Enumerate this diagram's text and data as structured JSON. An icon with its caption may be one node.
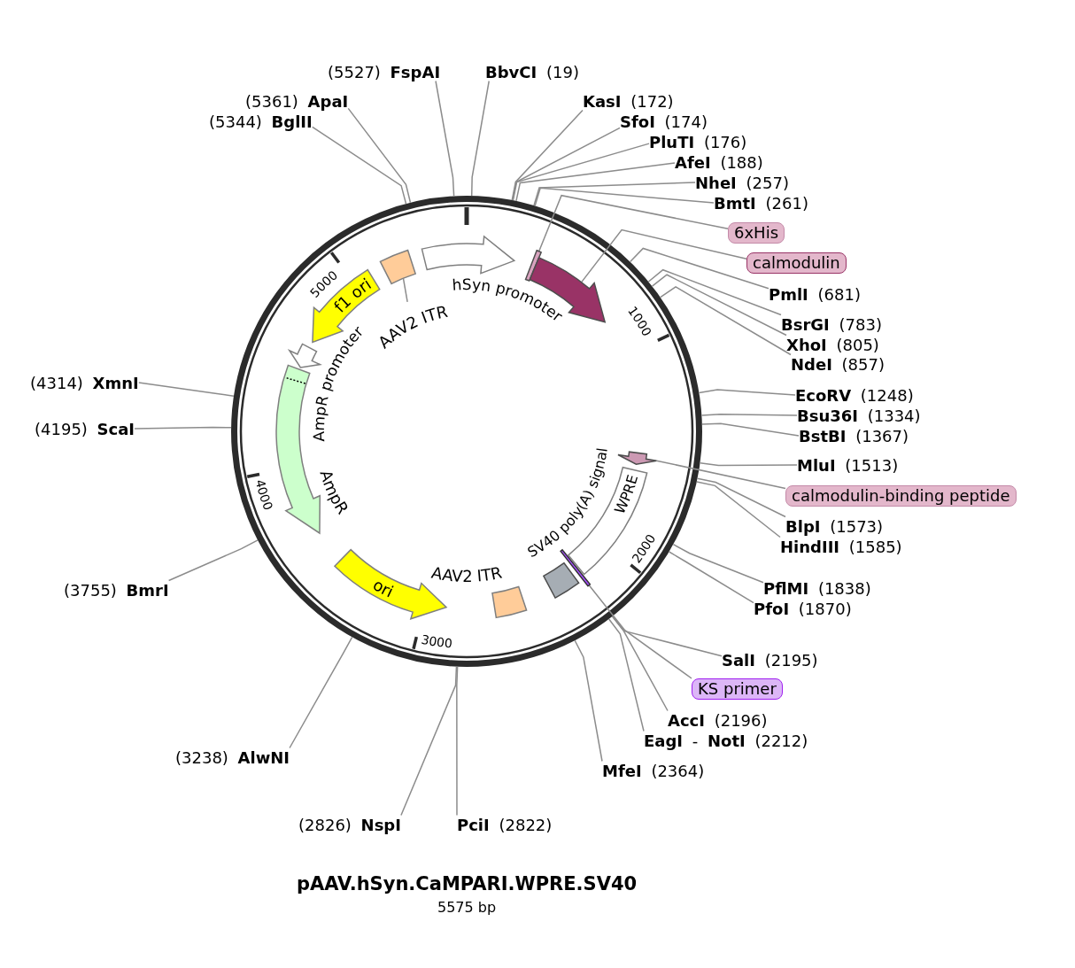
{
  "diagram": {
    "title": "pAAV.hSyn.CaMPARI.WPRE.SV40",
    "nodes": [
      {
        "text": [
          "**BbvCI** (19)"
        ]
      },
      {
        "text": [
          "**KasI** (172)"
        ]
      },
      {
        "text": [
          "**SfoI** (174)"
        ]
      },
      {
        "text": [
          "**PluTI** (176)"
        ]
      },
      {
        "text": [
          "**AfeI** (188)"
        ]
      },
      {
        "text": [
          "**NheI** (257)"
        ]
      },
      {
        "text": [
          "**BmtI** (261)"
        ]
      },
      {
        "text": [
          "6xHis"
        ]
      },
      {
        "text": [
          "calmodulin"
        ]
      },
      {
        "text": [
          "**PmlI** (681)"
        ]
      },
      {
        "text": [
          "**BsrGI** (783)"
        ]
      },
      {
        "text": [
          "**XhoI** (805)"
        ]
      },
      {
        "text": [
          "**NdeI** (857)"
        ]
      },
      {
        "text": [
          "**EcoRV** (1248)"
        ]
      },
      {
        "text": [
          "**Bsu36I** (1334)"
        ]
      },
      {
        "text": [
          "**BstBI** (1367)"
        ]
      },
      {
        "text": [
          "**MluI** (1513)"
        ]
      },
      {
        "text": [
          "calmodulin-binding peptide"
        ]
      },
      {
        "text": [
          "**BlpI** (1573)"
        ]
      },
      {
        "text": [
          "**HindIII** (1585)"
        ]
      },
      {
        "text": [
          "**PflMI** (1838)"
        ]
      },
      {
        "text": [
          "**PfoI** (1870)"
        ]
      },
      {
        "text": [
          "**SalI** (2195)"
        ]
      },
      {
        "text": [
          "KS primer"
        ]
      },
      {
        "text": [
          "**AccI** (2196)"
        ]
      },
      {
        "text": [
          "**EagI** - **NotI** (2212)"
        ]
      },
      {
        "text": [
          "**MfeI** (2364)"
        ]
      },
      {
        "text": [
          "**PciI** (2822)"
        ]
      },
      {
        "text": [
          "(2826) **NspI**"
        ]
      },
      {
        "text": [
          "(3238) **AlwNI**"
        ]
      },
      {
        "text": [
          "(3755) **BmrI**"
        ]
      },
      {
        "text": [
          "(4195) **ScaI**"
        ]
      },
      {
        "text": [
          "(4314) **XmnI**"
        ]
      },
      {
        "text": [
          "(5344) **BglII**"
        ]
      },
      {
        "text": [
          "(5361) **ApaI**"
        ]
      },
      {
        "text": [
          "(5527) **FspAI**"
        ]
      },
      {
        "text": [
          "hSyn promoter"
        ]
      },
      {
        "text": [],
        "shape": "bar"
      },
      {
        "text": [],
        "shape": "arrow"
      },
      {
        "text": [],
        "shape": "arrow"
      },
      {
        "text": [
          "WPRE"
        ]
      },
      {
        "text": [],
        "shape": "bar"
      },
      {
        "text": [
          "SV40 poly(A) signal"
        ]
      },
      {
        "text": [
          "AAV2 ITR"
        ]
      },
      {
        "text": [
          "ori"
        ]
      },
      {
        "text": [
          "AmpR"
        ]
      },
      {
        "text": [
          "AmpR promoter"
        ]
      },
      {
        "text": [
          "f1 ori"
        ]
      },
      {
        "text": [
          "AAV2 ITR"
        ]
      },
      {
        "text": [],
        "shape": "box"
      }
    ],
    "edges": [
      {
        "from": 0,
        "to": null,
        "arrow": "none"
      },
      {
        "from": 1,
        "to": null,
        "arrow": "none"
      },
      {
        "from": 2,
        "to": null,
        "arrow": "none"
      },
      {
        "from": 3,
        "to": null,
        "arrow": "none"
      },
      {
        "from": 4,
        "to": null,
        "arrow": "none"
      },
      {
        "from": 5,
        "to": null,
        "arrow": "none"
      },
      {
        "from": 6,
        "to": null,
        "arrow": "none"
      },
      {
        "from": 7,
        "to": 37,
        "arrow": "none"
      },
      {
        "from": 8,
        "to": 38,
        "arrow": "none"
      },
      {
        "from": 9,
        "to": null,
        "arrow": "none"
      },
      {
        "from": 10,
        "to": null,
        "arrow": "none"
      },
      {
        "from": 11,
        "to": null,
        "arrow": "none"
      },
      {
        "from": 12,
        "to": null,
        "arrow": "none"
      },
      {
        "from": 13,
        "to": null,
        "arrow": "none"
      },
      {
        "from": 14,
        "to": null,
        "arrow": "none"
      },
      {
        "from": 15,
        "to": null,
        "arrow": "none"
      },
      {
        "from": 16,
        "to": null,
        "arrow": "none"
      },
      {
        "from": 17,
        "to": 39,
        "arrow": "none"
      },
      {
        "from": 18,
        "to": null,
        "arrow": "none"
      },
      {
        "from": 19,
        "to": null,
        "arrow": "none"
      },
      {
        "from": 20,
        "to": null,
        "arrow": "none"
      },
      {
        "from": 21,
        "to": null,
        "arrow": "none"
      },
      {
        "from": 22,
        "to": null,
        "arrow": "none"
      },
      {
        "from": 23,
        "to": 41,
        "arrow": "none"
      },
      {
        "from": 24,
        "to": null,
        "arrow": "none"
      },
      {
        "from": 25,
        "to": null,
        "arrow": "none"
      },
      {
        "from": 26,
        "to": null,
        "arrow": "none"
      },
      {
        "from": 27,
        "to": null,
        "arrow": "none"
      },
      {
        "from": 28,
        "to": null,
        "arrow": "none"
      },
      {
        "from": 29,
        "to": null,
        "arrow": "none"
      },
      {
        "from": 30,
        "to": null,
        "arrow": "none"
      },
      {
        "from": 31,
        "to": null,
        "arrow": "none"
      },
      {
        "from": 32,
        "to": null,
        "arrow": "none"
      },
      {
        "from": 33,
        "to": null,
        "arrow": "none"
      },
      {
        "from": 34,
        "to": null,
        "arrow": "none"
      },
      {
        "from": 35,
        "to": null,
        "arrow": "none"
      },
      {
        "from": 48,
        "to": 49,
        "arrow": "none"
      }
    ],
    "labels": [
      "1000",
      "2000",
      "3000",
      "4000",
      "5000",
      "5575 bp"
    ]
  }
}
